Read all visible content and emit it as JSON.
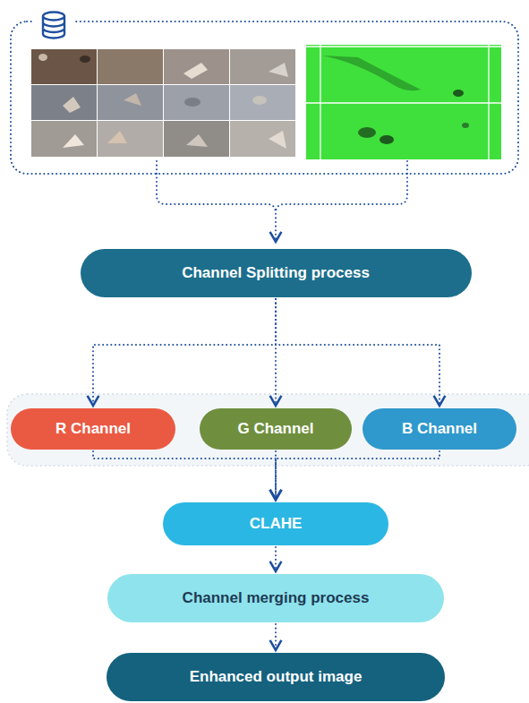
{
  "diagram": {
    "nodes": [
      {
        "text": [
          "Channel Splitting process"
        ]
      },
      {
        "text": [
          "R Channel"
        ]
      },
      {
        "text": [
          "G Channel"
        ]
      },
      {
        "text": [
          "B Channel"
        ]
      },
      {
        "text": [
          "CLAHE"
        ]
      },
      {
        "text": [
          "Channel merging process"
        ]
      },
      {
        "text": [
          "Enhanced output image"
        ]
      }
    ],
    "edges": [
      {
        "from": 0,
        "to": 1,
        "arrow": "to"
      },
      {
        "from": 0,
        "to": 2,
        "arrow": "to"
      },
      {
        "from": 0,
        "to": 3,
        "arrow": "to"
      },
      {
        "from": 1,
        "to": 4,
        "arrow": "to"
      },
      {
        "from": 2,
        "to": 4,
        "arrow": "to"
      },
      {
        "from": 3,
        "to": 4,
        "arrow": "to"
      },
      {
        "from": 4,
        "to": 5,
        "arrow": "to"
      },
      {
        "from": 5,
        "to": 6,
        "arrow": "to"
      }
    ]
  }
}
